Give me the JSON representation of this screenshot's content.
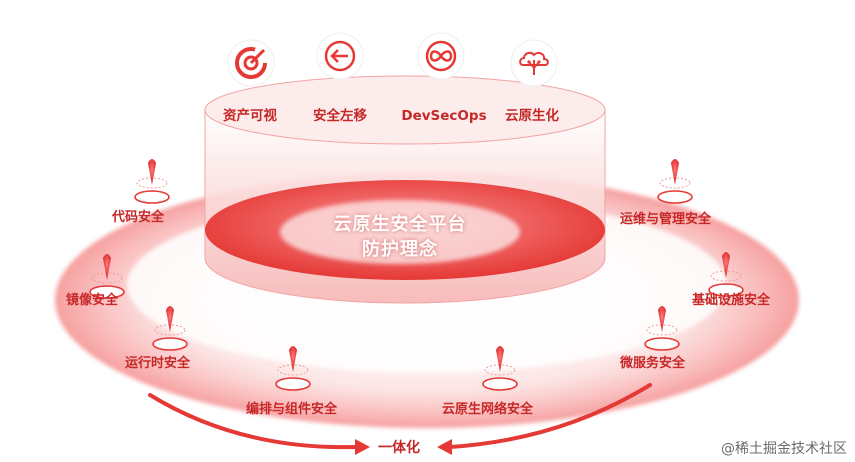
{
  "top_modules": [
    {
      "label": "资产可视",
      "icon": "target-icon"
    },
    {
      "label": "安全左移",
      "icon": "arrow-left-icon"
    },
    {
      "label": "DevSecOps",
      "icon": "infinity-icon"
    },
    {
      "label": "云原生化",
      "icon": "cloud-tree-icon"
    }
  ],
  "center": {
    "line1": "云原生安全平台",
    "line2": "防护理念"
  },
  "ring_items": [
    {
      "label": "代码安全"
    },
    {
      "label": "镜像安全"
    },
    {
      "label": "运行时安全"
    },
    {
      "label": "编排与组件安全"
    },
    {
      "label": "云原生网络安全"
    },
    {
      "label": "微服务安全"
    },
    {
      "label": "基础设施安全"
    },
    {
      "label": "运维与管理安全"
    }
  ],
  "bottom_label": "一体化",
  "watermark": "@稀土掘金技术社区",
  "colors": {
    "accent": "#e53935",
    "label": "#c62828",
    "ring_light": "#fde3e3"
  }
}
